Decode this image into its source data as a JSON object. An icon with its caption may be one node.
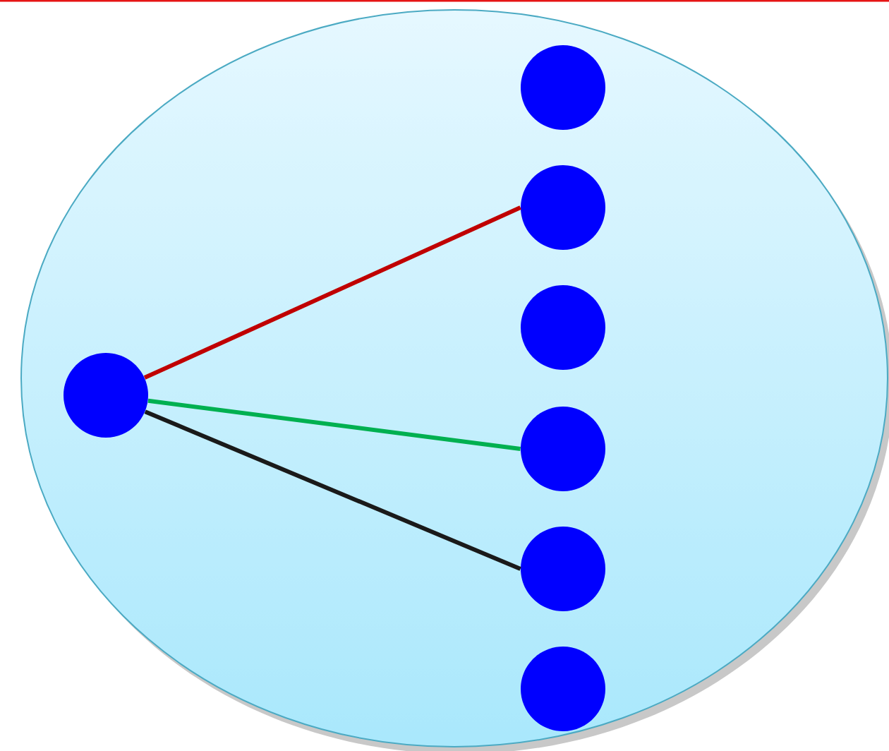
{
  "diagram": {
    "nodes": [
      {
        "text": [],
        "shape": "ellipse"
      },
      {
        "text": [],
        "shape": "circle",
        "in": 0
      },
      {
        "text": [],
        "shape": "circle",
        "in": 0
      },
      {
        "text": [],
        "shape": "circle",
        "in": 0
      },
      {
        "text": [],
        "shape": "circle",
        "in": 0
      },
      {
        "text": [],
        "shape": "circle",
        "in": 0
      },
      {
        "text": [],
        "shape": "circle",
        "in": 0
      },
      {
        "text": [],
        "shape": "circle",
        "in": 0
      }
    ],
    "edges": [
      {
        "from": 1,
        "to": 3,
        "arrow": "none",
        "color": "#c00000"
      },
      {
        "from": 1,
        "to": 5,
        "arrow": "none",
        "color": "#00b050"
      },
      {
        "from": 1,
        "to": 6,
        "arrow": "none",
        "color": "#1a1a1a"
      }
    ]
  }
}
